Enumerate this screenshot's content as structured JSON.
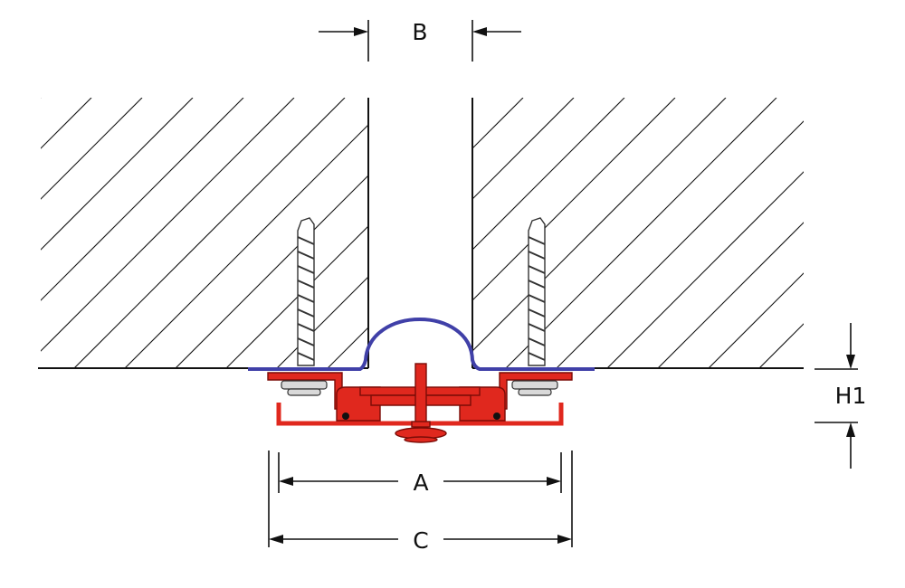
{
  "dimensions": {
    "gap_label": "B",
    "height_label": "H1",
    "inner_width_label": "A",
    "outer_width_label": "C"
  },
  "colors": {
    "frame": "#e0281e",
    "cover": "#4040a8",
    "line": "#111111"
  }
}
